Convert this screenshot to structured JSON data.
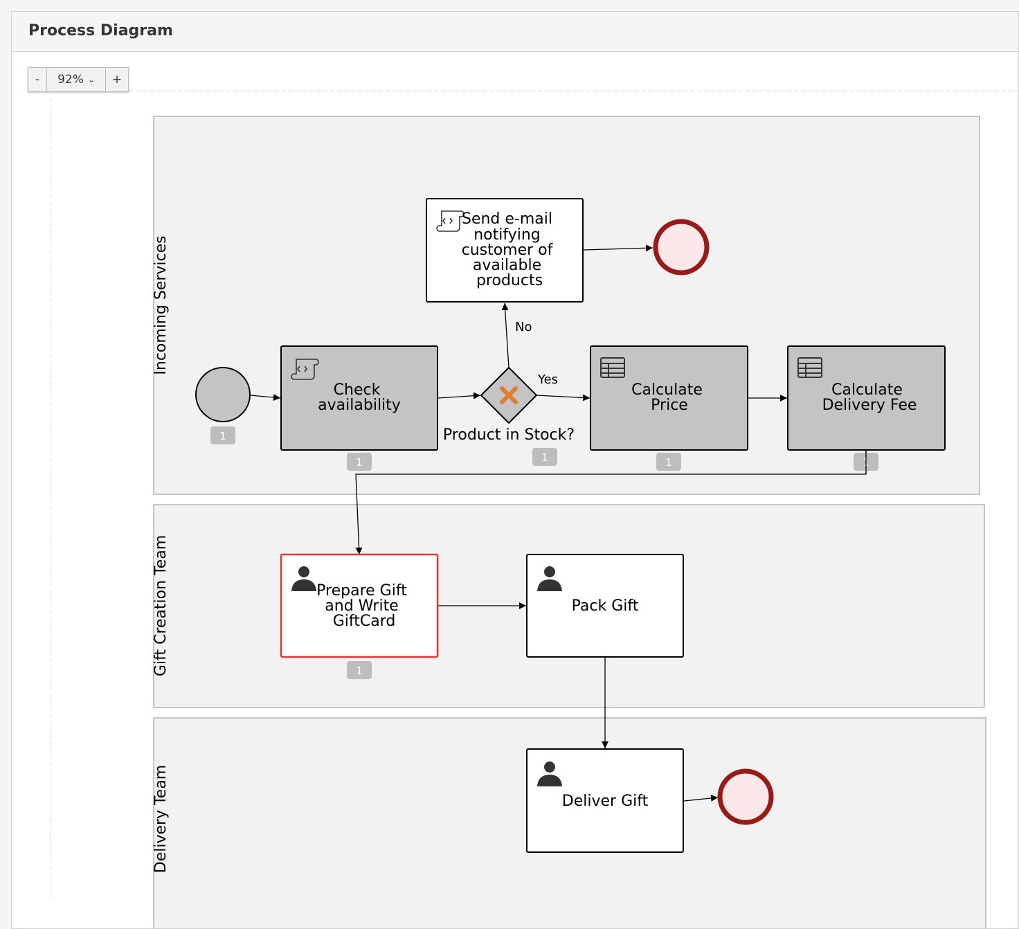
{
  "panel": {
    "title": "Process Diagram"
  },
  "zoom": {
    "minus": "-",
    "level": "92%",
    "plus": "+"
  },
  "lanes": {
    "incoming": "Incoming Services",
    "gift": "Gift Creation Team",
    "delivery": "Delivery Team"
  },
  "tasks": {
    "check": [
      "Check",
      "availability"
    ],
    "email": [
      "Send e-mail",
      "notifying",
      "customer of",
      "available",
      "products"
    ],
    "price": [
      "Calculate",
      "Price"
    ],
    "fee": [
      "Calculate",
      "Delivery Fee"
    ],
    "prepare": [
      "Prepare Gift",
      "and Write",
      "GiftCard"
    ],
    "pack": "Pack Gift",
    "deliver": "Deliver Gift"
  },
  "gateway": {
    "label": "Product in Stock?"
  },
  "flows": {
    "no": "No",
    "yes": "Yes"
  },
  "badges": {
    "start": "1",
    "check": "1",
    "gateway": "1",
    "price": "1",
    "fee": "1",
    "prepare": "1"
  },
  "colors": {
    "lane_fill": "#f2f2f2",
    "active_task_fill": "#c4c4c4",
    "selected_border": "#e3372e",
    "end_event_stroke": "#9a1818",
    "end_event_fill": "#fbe9e9",
    "gateway_x": "#e07c2c"
  },
  "icons": {
    "script": "script-icon",
    "business_rule": "table-icon",
    "user": "user-icon",
    "gateway": "exclusive-x-icon"
  }
}
